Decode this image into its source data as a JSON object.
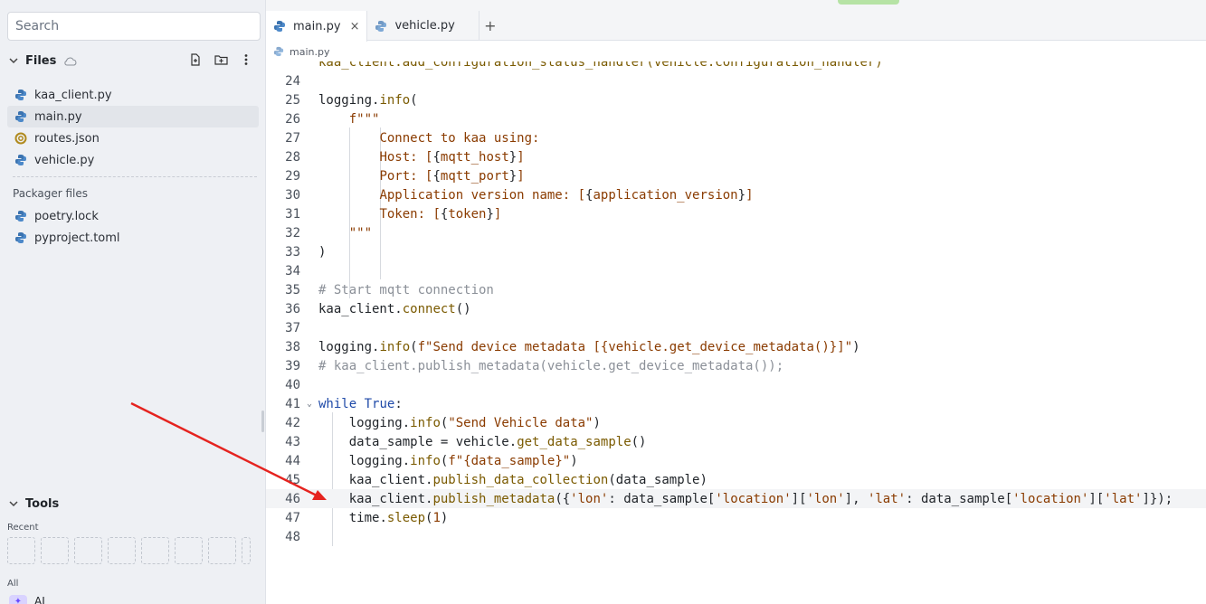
{
  "sidebar": {
    "search_placeholder": "Search",
    "files_title": "Files",
    "files": [
      {
        "name": "kaa_client.py",
        "type": "python"
      },
      {
        "name": "main.py",
        "type": "python",
        "active": true
      },
      {
        "name": "routes.json",
        "type": "json"
      },
      {
        "name": "vehicle.py",
        "type": "python"
      }
    ],
    "packager_title": "Packager files",
    "packager_files": [
      {
        "name": "poetry.lock",
        "type": "python"
      },
      {
        "name": "pyproject.toml",
        "type": "python"
      }
    ],
    "tools_title": "Tools",
    "recent_label": "Recent",
    "all_label": "All",
    "ai_label": "AI"
  },
  "tabs": [
    {
      "label": "main.py",
      "active": true,
      "close": "×"
    },
    {
      "label": "vehicle.py",
      "active": false
    }
  ],
  "tab_add": "+",
  "breadcrumb": "main.py",
  "editor": {
    "current_line": 46,
    "partial_top": "kaa_client.add_configuration_status_handler(vehicle.configuration_handler)",
    "lines": [
      {
        "n": "24",
        "text": ""
      },
      {
        "n": "25",
        "text": "logging.info("
      },
      {
        "n": "26",
        "text": "    f\"\"\""
      },
      {
        "n": "27",
        "text": "        Connect to kaa using:"
      },
      {
        "n": "28",
        "text": "        Host: [{mqtt_host}]"
      },
      {
        "n": "29",
        "text": "        Port: [{mqtt_port}]"
      },
      {
        "n": "30",
        "text": "        Application version name: [{application_version}]"
      },
      {
        "n": "31",
        "text": "        Token: [{token}]"
      },
      {
        "n": "32",
        "text": "    \"\"\""
      },
      {
        "n": "33",
        "text": ")"
      },
      {
        "n": "34",
        "text": ""
      },
      {
        "n": "35",
        "text": "# Start mqtt connection"
      },
      {
        "n": "36",
        "text": "kaa_client.connect()"
      },
      {
        "n": "37",
        "text": ""
      },
      {
        "n": "38",
        "text": "logging.info(f\"Send device metadata [{vehicle.get_device_metadata()}]\")"
      },
      {
        "n": "39",
        "text": "# kaa_client.publish_metadata(vehicle.get_device_metadata());"
      },
      {
        "n": "40",
        "text": ""
      },
      {
        "n": "41",
        "text": "while True:"
      },
      {
        "n": "42",
        "text": "    logging.info(\"Send Vehicle data\")"
      },
      {
        "n": "43",
        "text": "    data_sample = vehicle.get_data_sample()"
      },
      {
        "n": "44",
        "text": "    logging.info(f\"{data_sample}\")"
      },
      {
        "n": "45",
        "text": "    kaa_client.publish_data_collection(data_sample)"
      },
      {
        "n": "46",
        "text": "    kaa_client.publish_metadata({'lon': data_sample['location']['lon'], 'lat': data_sample['location']['lat']});"
      },
      {
        "n": "47",
        "text": "    time.sleep(1)"
      },
      {
        "n": "48",
        "text": ""
      }
    ]
  },
  "colors": {
    "keyword": "#1f4aa8",
    "function": "#7a5a00",
    "string": "#8a3b00",
    "comment": "#8b9098",
    "arrow": "#e5231f"
  }
}
